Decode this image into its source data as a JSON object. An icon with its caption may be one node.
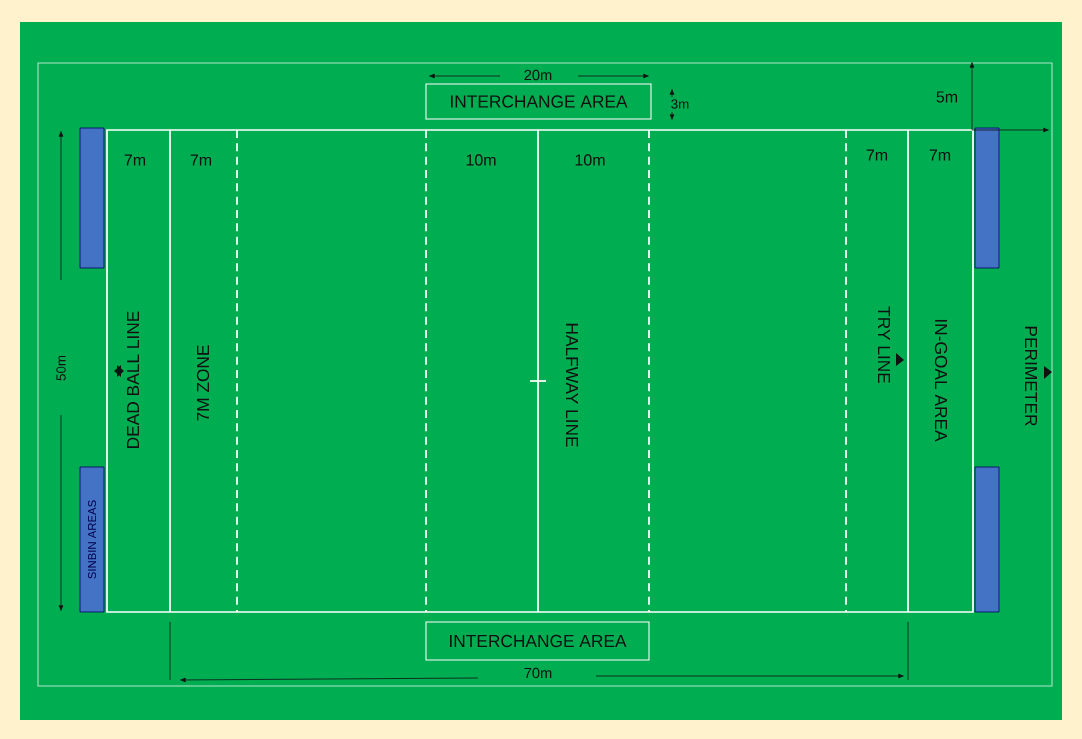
{
  "diagram": {
    "nodes": [
      {
        "text": [
          "INTERCHANGE AREA"
        ]
      },
      {
        "text": [],
        "shape": "box"
      },
      {
        "text": [],
        "shape": "box"
      },
      {
        "text": [
          "SINBIN AREAS"
        ]
      },
      {
        "text": [],
        "shape": "box"
      },
      {
        "text": [
          "INTERCHANGE AREA"
        ]
      }
    ],
    "labels": [
      "20m",
      "3m",
      "5m",
      "7m",
      "7m",
      "10m",
      "10m",
      "7m",
      "7m",
      "50m",
      "DEAD BALL LINE",
      "7M ZONE",
      "HALFWAY LINE",
      "TRY LINE",
      "IN-GOAL AREA",
      "PERIMETER",
      "70m"
    ]
  }
}
